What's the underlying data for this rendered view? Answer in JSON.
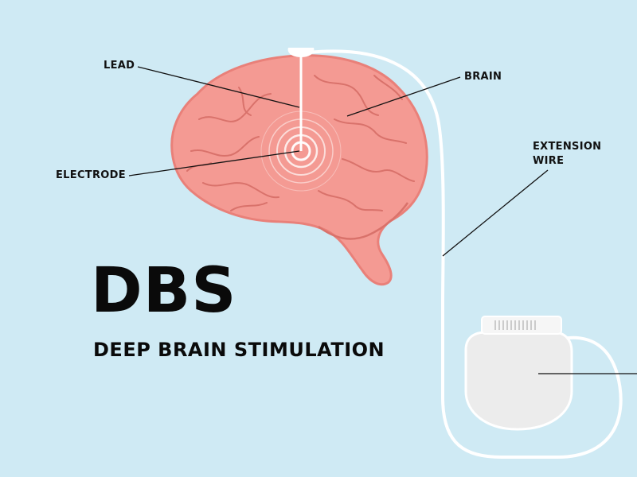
{
  "labels": {
    "lead": "LEAD",
    "brain": "BRAIN",
    "electrode": "ELECTRODE",
    "extension_wire_line1": "EXTENSION",
    "extension_wire_line2": "WIRE"
  },
  "title": {
    "main": "DBS",
    "subtitle": "DEEP BRAIN STIMULATION"
  },
  "colors": {
    "background": "#cfeaf4",
    "brain_fill": "#f49a93",
    "brain_outline": "#e98079",
    "brain_folds": "#d9726b",
    "wire": "#ffffff",
    "device": "#eeeeee",
    "text": "#111111"
  },
  "icons": {
    "brain": "brain-illustration",
    "device": "neurostimulator-device-icon",
    "electrode": "electrode-rings-icon"
  }
}
